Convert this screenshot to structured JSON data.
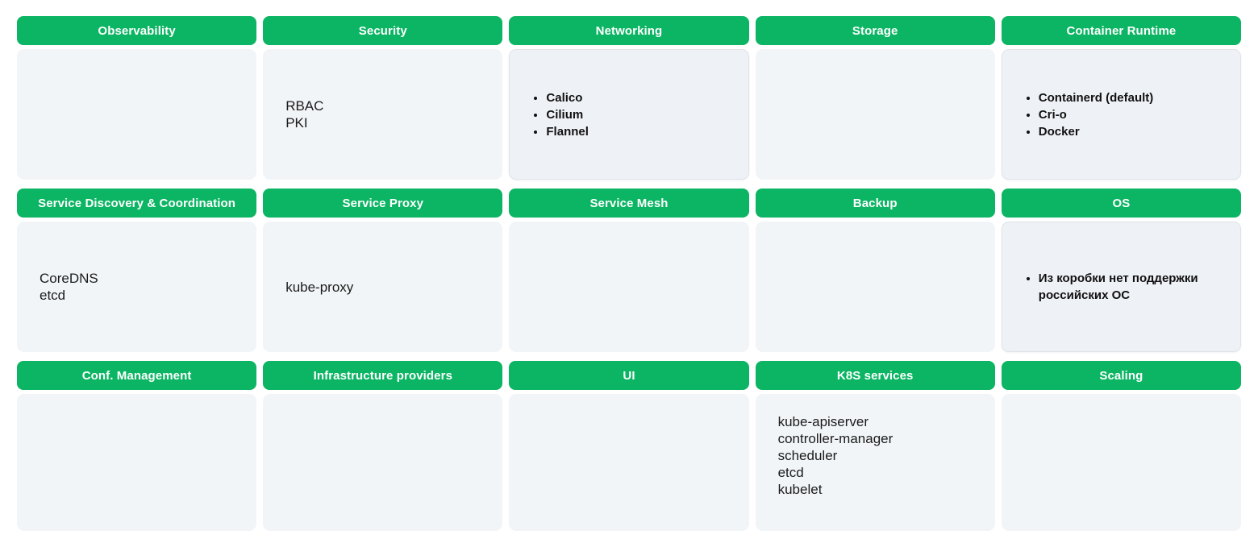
{
  "theme": {
    "header_bg": "#0bb563",
    "header_text": "#ffffff",
    "body_bg": "#f2f5f8",
    "body_outlined_bg": "#eef1f5",
    "outline_color": "#dfe3e8",
    "text_color": "#1b1b1b",
    "page_bg": "#ffffff"
  },
  "grid": {
    "rows": [
      {
        "cells": [
          {
            "title": "Observability",
            "content_type": "empty",
            "outlined": false,
            "lines": [],
            "bullets": []
          },
          {
            "title": "Security",
            "content_type": "lines",
            "outlined": false,
            "lines": [
              "RBAC",
              "PKI"
            ],
            "bullets": []
          },
          {
            "title": "Networking",
            "content_type": "bullets",
            "outlined": true,
            "lines": [],
            "bullets": [
              "Calico",
              "Cilium",
              "Flannel"
            ]
          },
          {
            "title": "Storage",
            "content_type": "empty",
            "outlined": false,
            "lines": [],
            "bullets": []
          },
          {
            "title": "Container Runtime",
            "content_type": "bullets",
            "outlined": true,
            "lines": [],
            "bullets": [
              "Containerd (default)",
              "Cri-o",
              "Docker"
            ]
          }
        ]
      },
      {
        "cells": [
          {
            "title": "Service Discovery & Coordination",
            "content_type": "lines",
            "outlined": false,
            "lines": [
              "CoreDNS",
              "etcd"
            ],
            "bullets": []
          },
          {
            "title": "Service Proxy",
            "content_type": "lines",
            "outlined": false,
            "lines": [
              "kube-proxy"
            ],
            "bullets": []
          },
          {
            "title": "Service Mesh",
            "content_type": "empty",
            "outlined": false,
            "lines": [],
            "bullets": []
          },
          {
            "title": "Backup",
            "content_type": "empty",
            "outlined": false,
            "lines": [],
            "bullets": []
          },
          {
            "title": "OS",
            "content_type": "bullets",
            "outlined": true,
            "lines": [],
            "bullets": [
              "Из коробки нет поддержки российских ОС"
            ]
          }
        ]
      },
      {
        "cells": [
          {
            "title": "Conf. Management",
            "content_type": "empty",
            "outlined": false,
            "lines": [],
            "bullets": []
          },
          {
            "title": "Infrastructure providers",
            "content_type": "empty",
            "outlined": false,
            "lines": [],
            "bullets": []
          },
          {
            "title": "UI",
            "content_type": "empty",
            "outlined": false,
            "lines": [],
            "bullets": []
          },
          {
            "title": "K8S services",
            "content_type": "lines",
            "outlined": false,
            "lines": [
              "kube-apiserver",
              "controller-manager",
              "scheduler",
              "etcd",
              "kubelet"
            ],
            "bullets": []
          },
          {
            "title": "Scaling",
            "content_type": "empty",
            "outlined": false,
            "lines": [],
            "bullets": []
          }
        ]
      }
    ]
  }
}
